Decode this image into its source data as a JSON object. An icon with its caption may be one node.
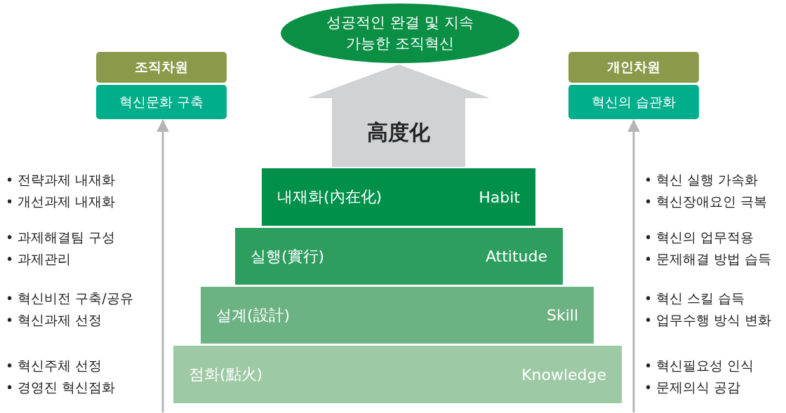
{
  "diagram": {
    "nodes": [
      {
        "text": [
          "성공적인 완결 및 지속 가능한 조직혁신"
        ]
      },
      {
        "text": [
          "조직차원"
        ]
      },
      {
        "text": [
          "혁신문화 구축"
        ]
      },
      {
        "text": [
          "개인차원"
        ]
      },
      {
        "text": [
          "혁신의 습관화"
        ]
      },
      {
        "text": [
          "내재화(內在化)",
          "Habit"
        ]
      },
      {
        "text": [
          "실행(實行)",
          "Attitude"
        ]
      },
      {
        "text": [
          "설계(設計)",
          "Skill"
        ]
      },
      {
        "text": [
          "점화(點火)",
          "Knowledge"
        ]
      }
    ],
    "edges": [
      {
        "from": null,
        "to": 2,
        "arrow": "to"
      },
      {
        "from": null,
        "to": 4,
        "arrow": "to"
      },
      {
        "from": 5,
        "to": 0,
        "arrow": "to",
        "style": "thick",
        "label": "高度化"
      }
    ],
    "labels": [
      "• 전략과제 내재화",
      "• 개선과제 내재화",
      "• 과제해결팀 구성",
      "• 과제관리",
      "• 혁신비전 구축/공유",
      "• 혁신과제 선정",
      "• 혁신주체 선정",
      "• 경영진 혁신점화",
      "• 혁신 실행 가속화",
      "• 혁신장애요인 극복",
      "• 혁신의 업무적용",
      "• 문제해결 방법 습득",
      "• 혁신 스킬 습득",
      "• 업무수행 방식 변화",
      "• 혁신필요성 인식",
      "• 문제의식 공감"
    ]
  }
}
